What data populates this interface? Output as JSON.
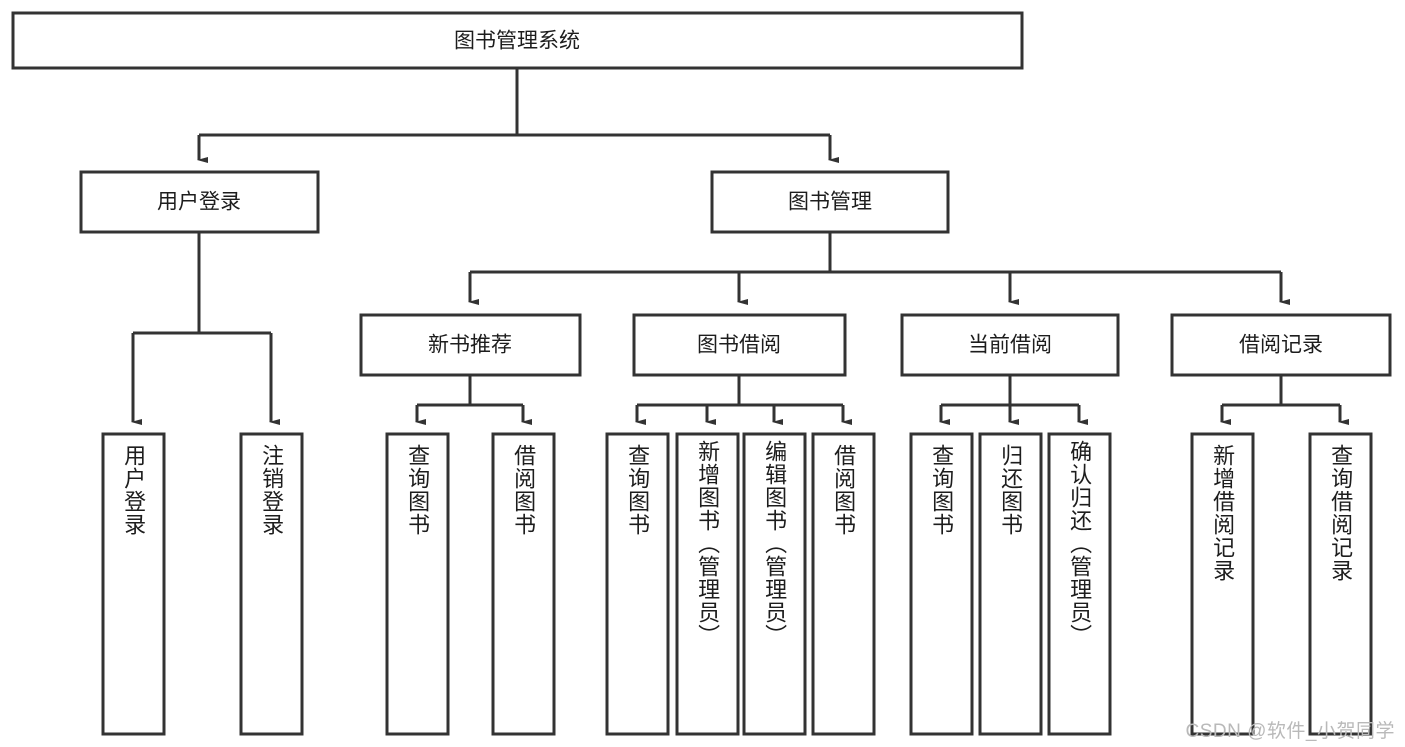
{
  "diagram": {
    "type": "tree-hierarchy",
    "title": "图书管理系统",
    "root": {
      "label": "图书管理系统"
    },
    "level2": [
      {
        "id": "user-login",
        "label": "用户登录"
      },
      {
        "id": "book-management",
        "label": "图书管理"
      }
    ],
    "level3": [
      {
        "id": "new-book-recommend",
        "label": "新书推荐"
      },
      {
        "id": "book-borrow",
        "label": "图书借阅"
      },
      {
        "id": "current-borrow",
        "label": "当前借阅"
      },
      {
        "id": "borrow-record",
        "label": "借阅记录"
      }
    ],
    "leaves": {
      "user-login": [
        {
          "id": "leaf-user-login",
          "label": "用户登录"
        },
        {
          "id": "leaf-logout",
          "label": "注销登录"
        }
      ],
      "new-book-recommend": [
        {
          "id": "leaf-query-book-1",
          "label": "查询图书"
        },
        {
          "id": "leaf-borrow-book-1",
          "label": "借阅图书"
        }
      ],
      "book-borrow": [
        {
          "id": "leaf-query-book-2",
          "label": "查询图书"
        },
        {
          "id": "leaf-add-book",
          "label": "新增图书（管理员）"
        },
        {
          "id": "leaf-edit-book",
          "label": "编辑图书（管理员）"
        },
        {
          "id": "leaf-borrow-book-2",
          "label": "借阅图书"
        }
      ],
      "current-borrow": [
        {
          "id": "leaf-query-book-3",
          "label": "查询图书"
        },
        {
          "id": "leaf-return-book",
          "label": "归还图书"
        },
        {
          "id": "leaf-confirm-return",
          "label": "确认归还（管理员）"
        }
      ],
      "borrow-record": [
        {
          "id": "leaf-add-record",
          "label": "新增借阅记录"
        },
        {
          "id": "leaf-query-record",
          "label": "查询借阅记录"
        }
      ]
    },
    "colors": {
      "stroke": "#333333",
      "fill": "#ffffff",
      "text": "#1d1d1d",
      "watermark": "#b9b9b9"
    }
  },
  "watermark": {
    "text": "CSDN @软件_小贺同学"
  }
}
